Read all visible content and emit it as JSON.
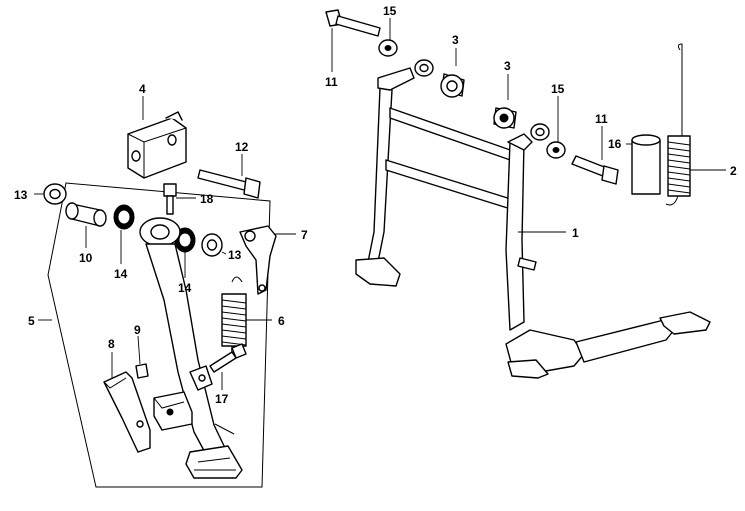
{
  "callouts": {
    "c1": "1",
    "c2": "2",
    "c3a": "3",
    "c3b": "3",
    "c4": "4",
    "c5": "5",
    "c6": "6",
    "c7": "7",
    "c8": "8",
    "c9": "9",
    "c10": "10",
    "c11a": "11",
    "c11b": "11",
    "c12": "12",
    "c13a": "13",
    "c13b": "13",
    "c14a": "14",
    "c14b": "14",
    "c15a": "15",
    "c15b": "15",
    "c16": "16",
    "c17": "17",
    "c18": "18"
  }
}
